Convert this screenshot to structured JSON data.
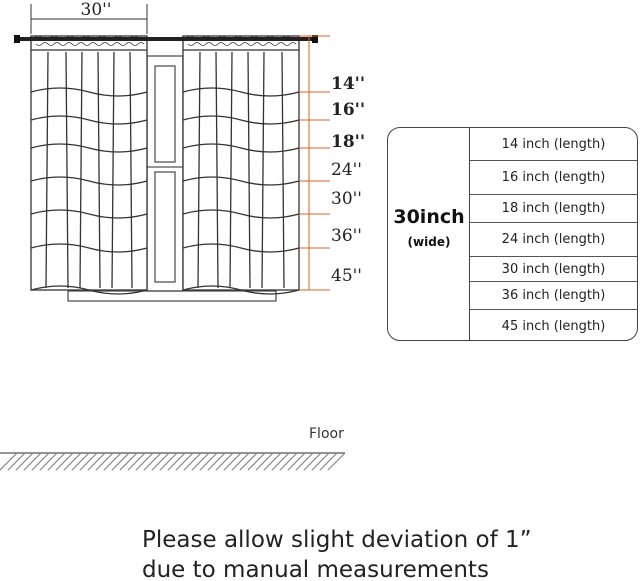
{
  "top_dimension": "30''",
  "length_markers": [
    "14''",
    "16''",
    "18''",
    "24''",
    "30''",
    "36''",
    "45''"
  ],
  "table": {
    "width_main": "30inch",
    "width_sub": "(wide)",
    "rows": [
      "14 inch (length)",
      "16 inch (length)",
      "18 inch (length)",
      "24 inch (length)",
      "30 inch (length)",
      "36 inch (length)",
      "45 inch (length)"
    ]
  },
  "floor_label": "Floor",
  "note_line1": "Please allow slight deviation of 1”",
  "note_line2": "due to manual measurements"
}
